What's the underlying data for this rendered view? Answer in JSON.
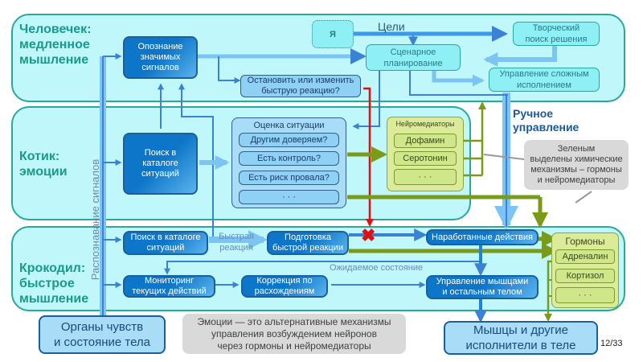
{
  "layers": {
    "human": {
      "title_line1": "Человечек:",
      "title_line2": "медленное",
      "title_line3": "мышление"
    },
    "cat": {
      "title_line1": "Котик:",
      "title_line2": "эмоции"
    },
    "croc": {
      "title_line1": "Крокодил:",
      "title_line2": "быстрое",
      "title_line3": "мышление"
    }
  },
  "human_nodes": {
    "recognition": [
      "Опознание",
      "значимых",
      "сигналов"
    ],
    "self": "Я",
    "goals_label": "Цели",
    "scenario_planning": [
      "Сценарное",
      "планирование"
    ],
    "creative_search": [
      "Творческий",
      "поиск решения"
    ],
    "complex_control": [
      "Управление сложным",
      "исполнением"
    ],
    "stop_or_change": [
      "Остановить или изменить",
      "быструю реакцию?"
    ]
  },
  "manual_control_label": [
    "Ручное",
    "управление"
  ],
  "cat_nodes": {
    "catalog_search": [
      "Поиск в",
      "каталоге",
      "ситуаций"
    ],
    "assessment_title": "Оценка ситуации",
    "assessment_items": [
      "Другим доверяем?",
      "Есть контроль?",
      "Есть риск провала?",
      "· · ·"
    ],
    "neuro_title": "Нейромедиаторы",
    "neuro_items": [
      "Дофамин",
      "Серотонин",
      "· · ·"
    ]
  },
  "green_note": [
    "Зеленым",
    "выделены химические",
    "механизмы – гормоны",
    "и нейромедиаторы"
  ],
  "signal_recognition_label": "Распознавание сигналов",
  "croc_nodes": {
    "catalog_search": [
      "Поиск в каталоге",
      "ситуаций"
    ],
    "fast_reaction_label": [
      "Быстрая",
      "реакция"
    ],
    "prepare_fast": [
      "Подготовка",
      "быстрой реакции"
    ],
    "learned_actions": "Наработанные действия",
    "expected_state_label": "Ожидаемое состояние",
    "monitoring": [
      "Мониторинг",
      "текущих действий"
    ],
    "correction": [
      "Коррекция по",
      "расхождениям"
    ],
    "muscle_control": [
      "Управление мышцами",
      "и остальным телом"
    ],
    "hormones_title": "Гормоны",
    "hormone_items": [
      "Адреналин",
      "Кортизол",
      "· · ·"
    ]
  },
  "senses_box": [
    "Органы чувств",
    "и состояние тела"
  ],
  "emotion_note": [
    "Эмоции — это альтернативные механизмы",
    "управления возбуждением нейронов",
    "через гормоны и нейромедиаторы"
  ],
  "effectors_box": [
    "Мышцы и другие",
    "исполнители в теле"
  ],
  "page_number": "12/33",
  "colors": {
    "layer_fill": "#bff7fb",
    "layer_border": "#2aa89a",
    "title_teal": "#1a9a8a",
    "arrow_blue": "#3b82d6",
    "arrow_light": "#7cc4f4",
    "green": "#7a9a1a",
    "red": "#e01010"
  }
}
